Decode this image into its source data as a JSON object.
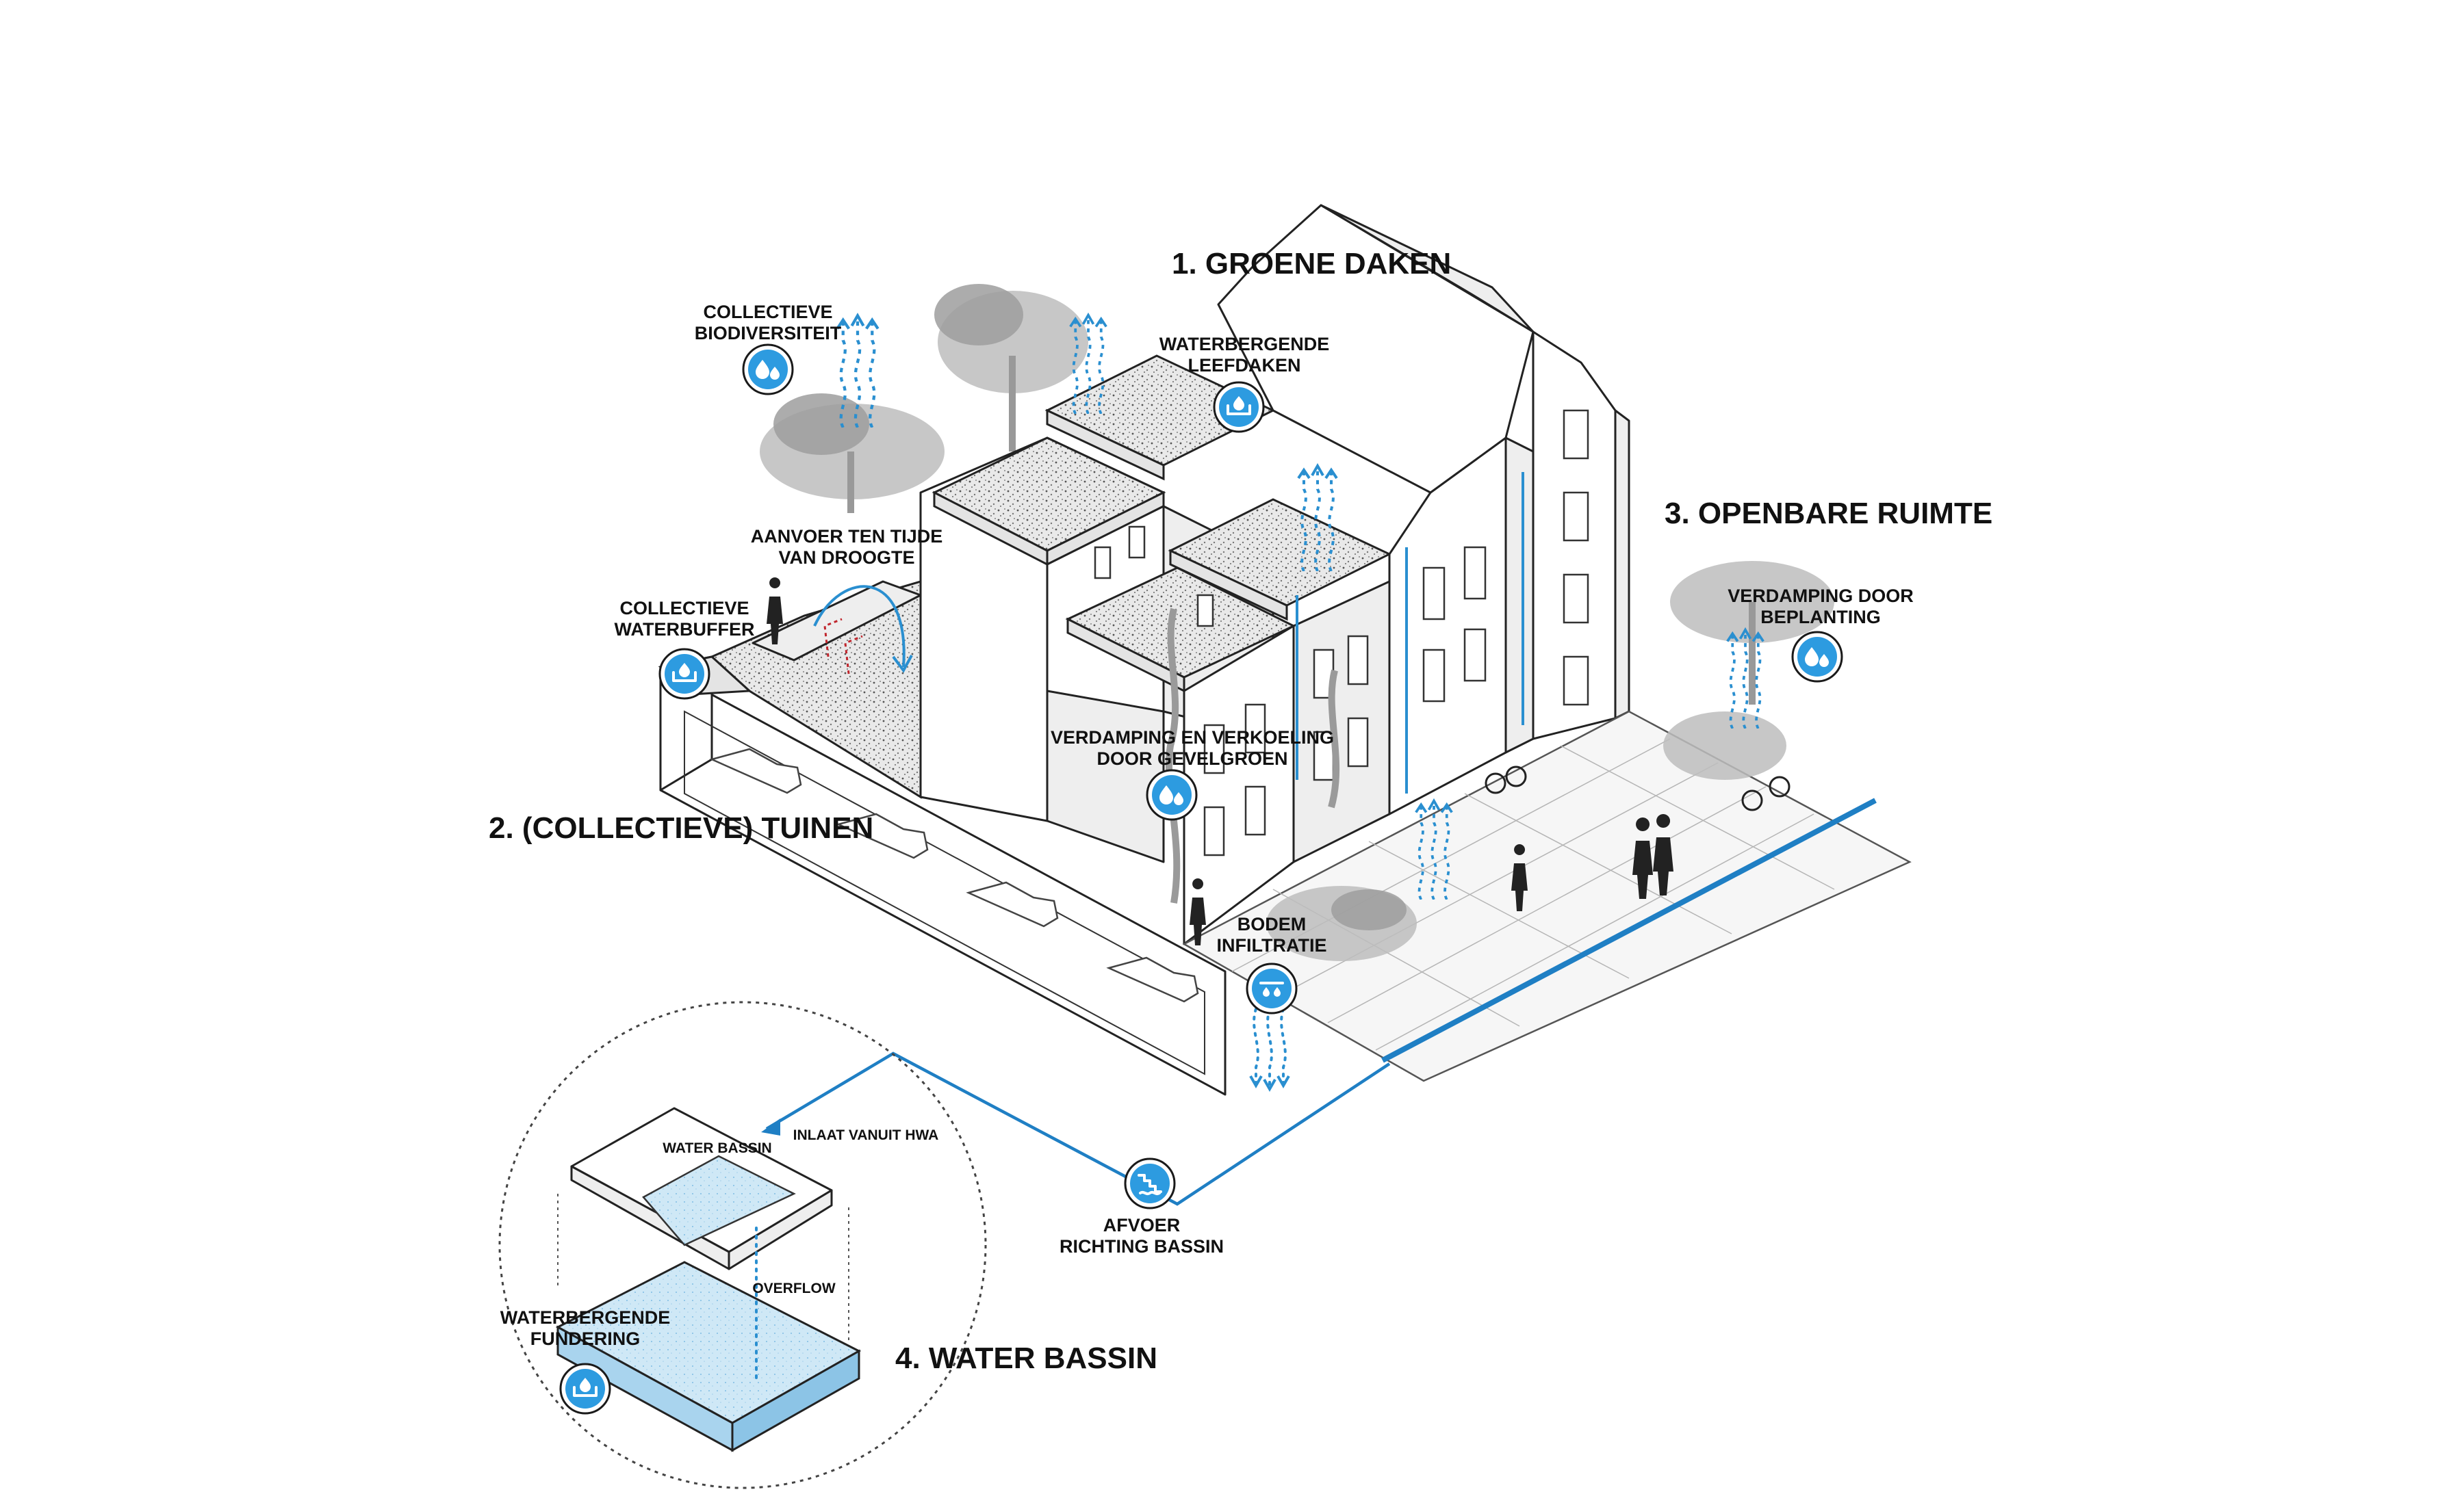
{
  "sections": {
    "groene_daken": "1. GROENE DAKEN",
    "tuinen": "2. (COLLECTIEVE) TUINEN",
    "openbare_ruimte": "3. OPENBARE RUIMTE",
    "water_bassin": "4. WATER BASSIN"
  },
  "labels": {
    "biodiversiteit": [
      "COLLECTIEVE",
      "BIODIVERSITEIT"
    ],
    "leefdaken": [
      "WATERBERGENDE",
      "LEEFDAKEN"
    ],
    "aanvoer": [
      "AANVOER TEN TIJDE",
      "VAN DROOGTE"
    ],
    "waterbuffer": [
      "COLLECTIEVE",
      "WATERBUFFER"
    ],
    "gevelgroen": [
      "VERDAMPING EN VERKOELING",
      "DOOR GEVELGROEN"
    ],
    "beplanting": [
      "VERDAMPING DOOR",
      "BEPLANTING"
    ],
    "infiltratie": [
      "BODEM",
      "INFILTRATIE"
    ],
    "afvoer": [
      "AFVOER",
      "RICHTING BASSIN"
    ],
    "fundering": [
      "WATERBERGENDE",
      "FUNDERING"
    ],
    "inlaat": "INLAAT VANUIT HWA",
    "overflow": "OVERFLOW",
    "bassin_tag": "WATER BASSIN"
  },
  "colors": {
    "water_blue": "#2d9be0",
    "flow_blue": "#2a8fd0",
    "outline": "#222222",
    "greenery_grey": "#bdbdbd"
  },
  "icons": [
    "evaporation-icon",
    "retention-icon",
    "infiltration-icon",
    "drainage-icon"
  ]
}
